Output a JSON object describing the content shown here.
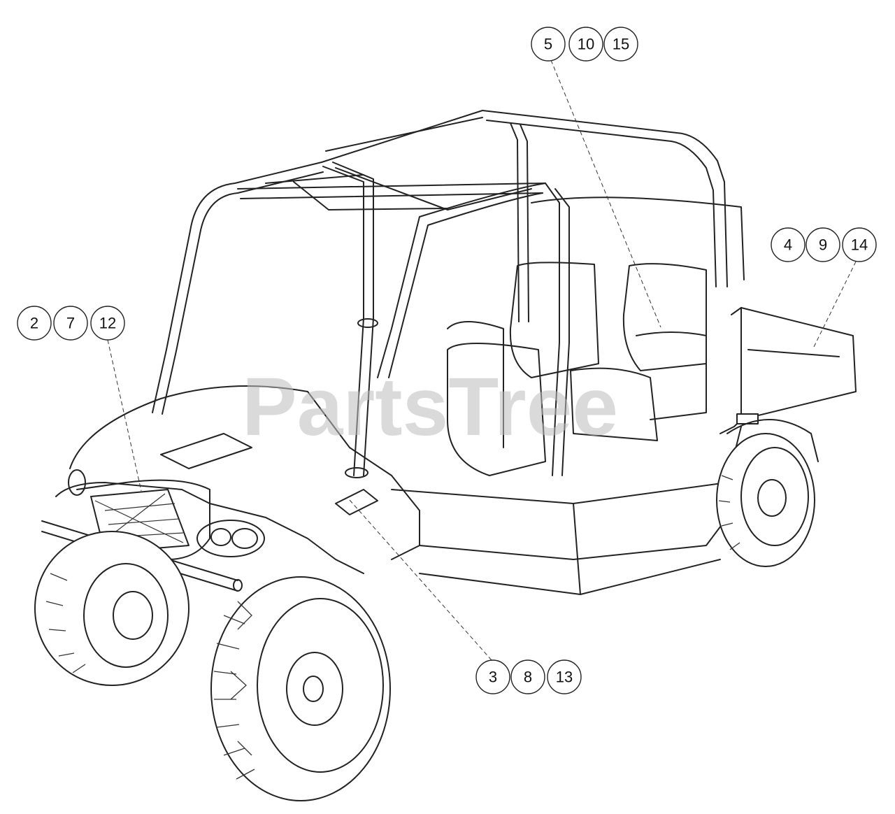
{
  "watermark": "PartsTree",
  "callouts": [
    {
      "id": "group-top",
      "labels": [
        "5",
        "10",
        "15"
      ]
    },
    {
      "id": "group-right",
      "labels": [
        "4",
        "9",
        "14"
      ]
    },
    {
      "id": "group-left",
      "labels": [
        "2",
        "7",
        "12"
      ]
    },
    {
      "id": "group-bottom",
      "labels": [
        "3",
        "8",
        "13"
      ]
    }
  ]
}
